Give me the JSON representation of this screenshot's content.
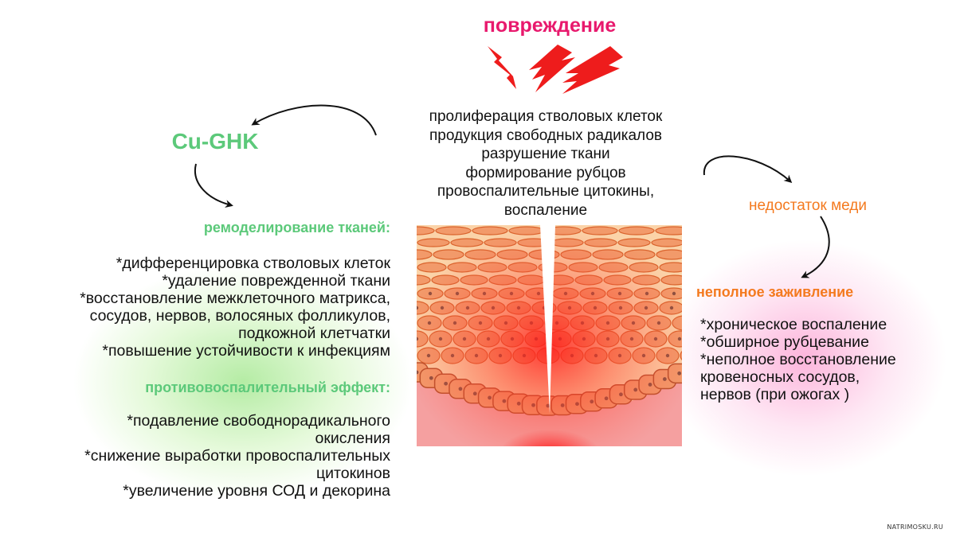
{
  "top_label": "повреждение",
  "center_effects": [
    "пролиферация стволовых клеток",
    "продукция свободных радикалов",
    "разрушение ткани",
    "формирование рубцов",
    "провоспалительные цитокины,",
    "воспаление"
  ],
  "left_title": "Cu-GHK",
  "remodeling": {
    "heading": "ремоделирование тканей:",
    "items": [
      "*дифференцировка стволовых клеток",
      "*удаление поврежденной ткани",
      "*восстановление межклеточного матрикса,",
      "сосудов, нервов, волосяных фолликулов,",
      "подкожной клетчатки",
      "*повышение устойчивости к инфекциям"
    ]
  },
  "anti_inflammatory": {
    "heading": "противовоспалительный эффект:",
    "items": [
      "*подавление свободнорадикального",
      "окисления",
      "*снижение выработки провоспалительных",
      "цитокинов",
      "*увеличение уровня СОД и декорина"
    ]
  },
  "copper_deficiency": "недостаток меди",
  "incomplete_healing": {
    "heading": "неполное заживление",
    "items": [
      "*хроническое воспаление",
      "*обширное рубцевание",
      "*неполное восстановление",
      "кровеносных сосудов,",
      "нервов (при ожогах )"
    ]
  },
  "watermark": "NATRIMOSKU.RU",
  "icons": [
    "lightning-bolt-icon",
    "curved-arrow-icon"
  ],
  "colors": {
    "damage": "#e8196d",
    "green": "#5cc97a",
    "orange": "#f47a1f",
    "bolt": "#ee1c1c",
    "cell": "#f29a6a",
    "cell_outline": "#d9622b",
    "nucleus": "#8a5040",
    "tissue_base": "#f39a9a"
  }
}
